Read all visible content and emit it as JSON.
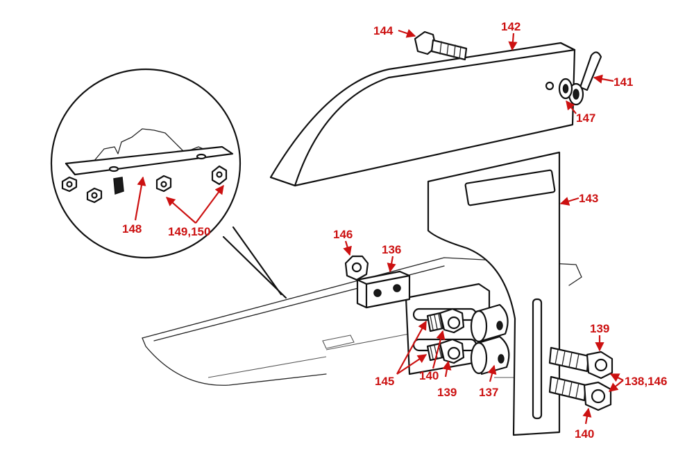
{
  "colors": {
    "callout": "#cc1111",
    "ink": "#111111"
  },
  "labels": {
    "l144": "144",
    "l142": "142",
    "l141": "141",
    "l147": "147",
    "l143": "143",
    "l148": "148",
    "l149_150": "149,150",
    "l146": "146",
    "l136": "136",
    "l139_right": "139",
    "l138_146": "138,146",
    "l145": "145",
    "l140_center": "140",
    "l139_center": "139",
    "l137": "137",
    "l140_right": "140"
  }
}
